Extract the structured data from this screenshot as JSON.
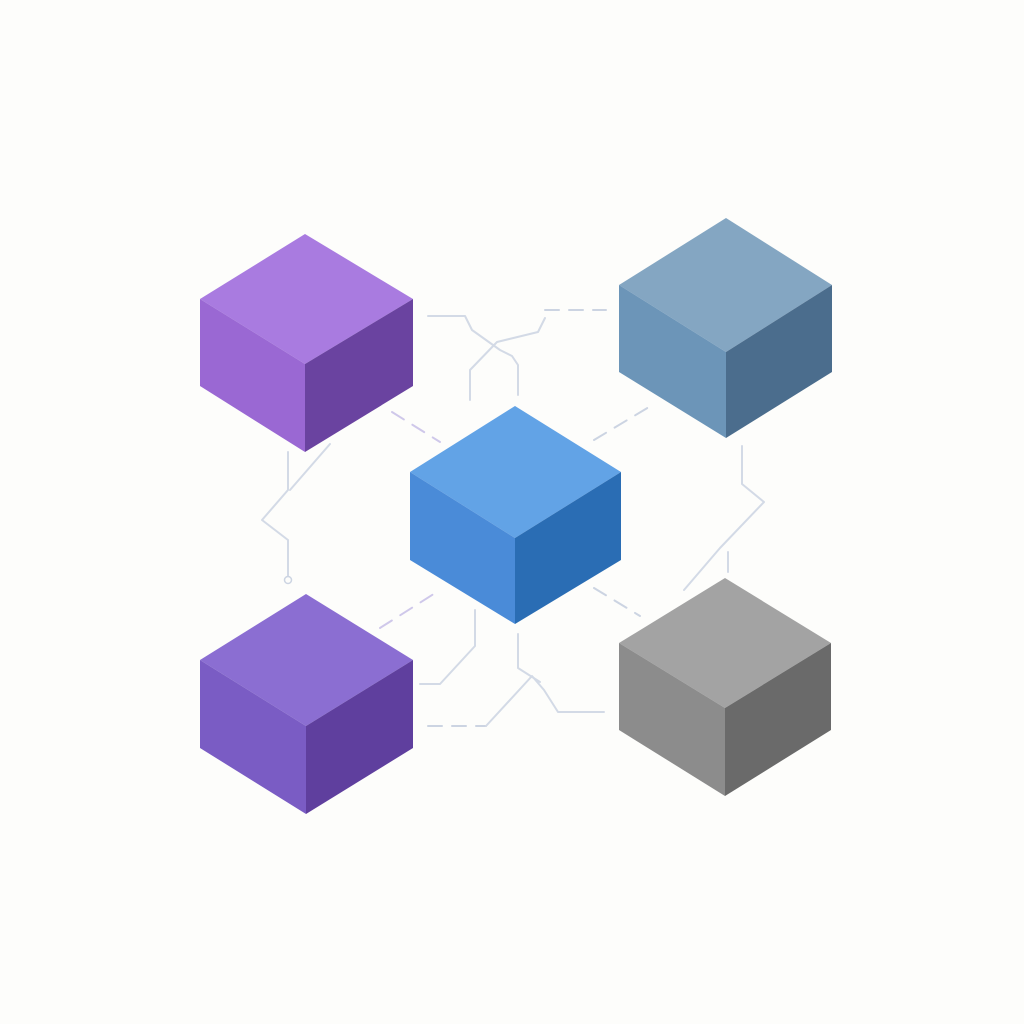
{
  "diagram": {
    "background": "#fdfdfb",
    "connector_color": "#d3dae6",
    "cubes": [
      {
        "id": "top-left",
        "top": "#a97be0",
        "left": "#9a68d3",
        "right": "#6a43a0"
      },
      {
        "id": "top-right",
        "top": "#84a6c2",
        "left": "#6c95b8",
        "right": "#4b6d8d"
      },
      {
        "id": "center",
        "top": "#62a3e6",
        "left": "#4a8bd8",
        "right": "#2a6db4"
      },
      {
        "id": "bottom-left",
        "top": "#8b6ed2",
        "left": "#7a5cc4",
        "right": "#5f3f9e"
      },
      {
        "id": "bottom-right",
        "top": "#a3a3a3",
        "left": "#8c8c8c",
        "right": "#6a6a6a"
      }
    ]
  }
}
